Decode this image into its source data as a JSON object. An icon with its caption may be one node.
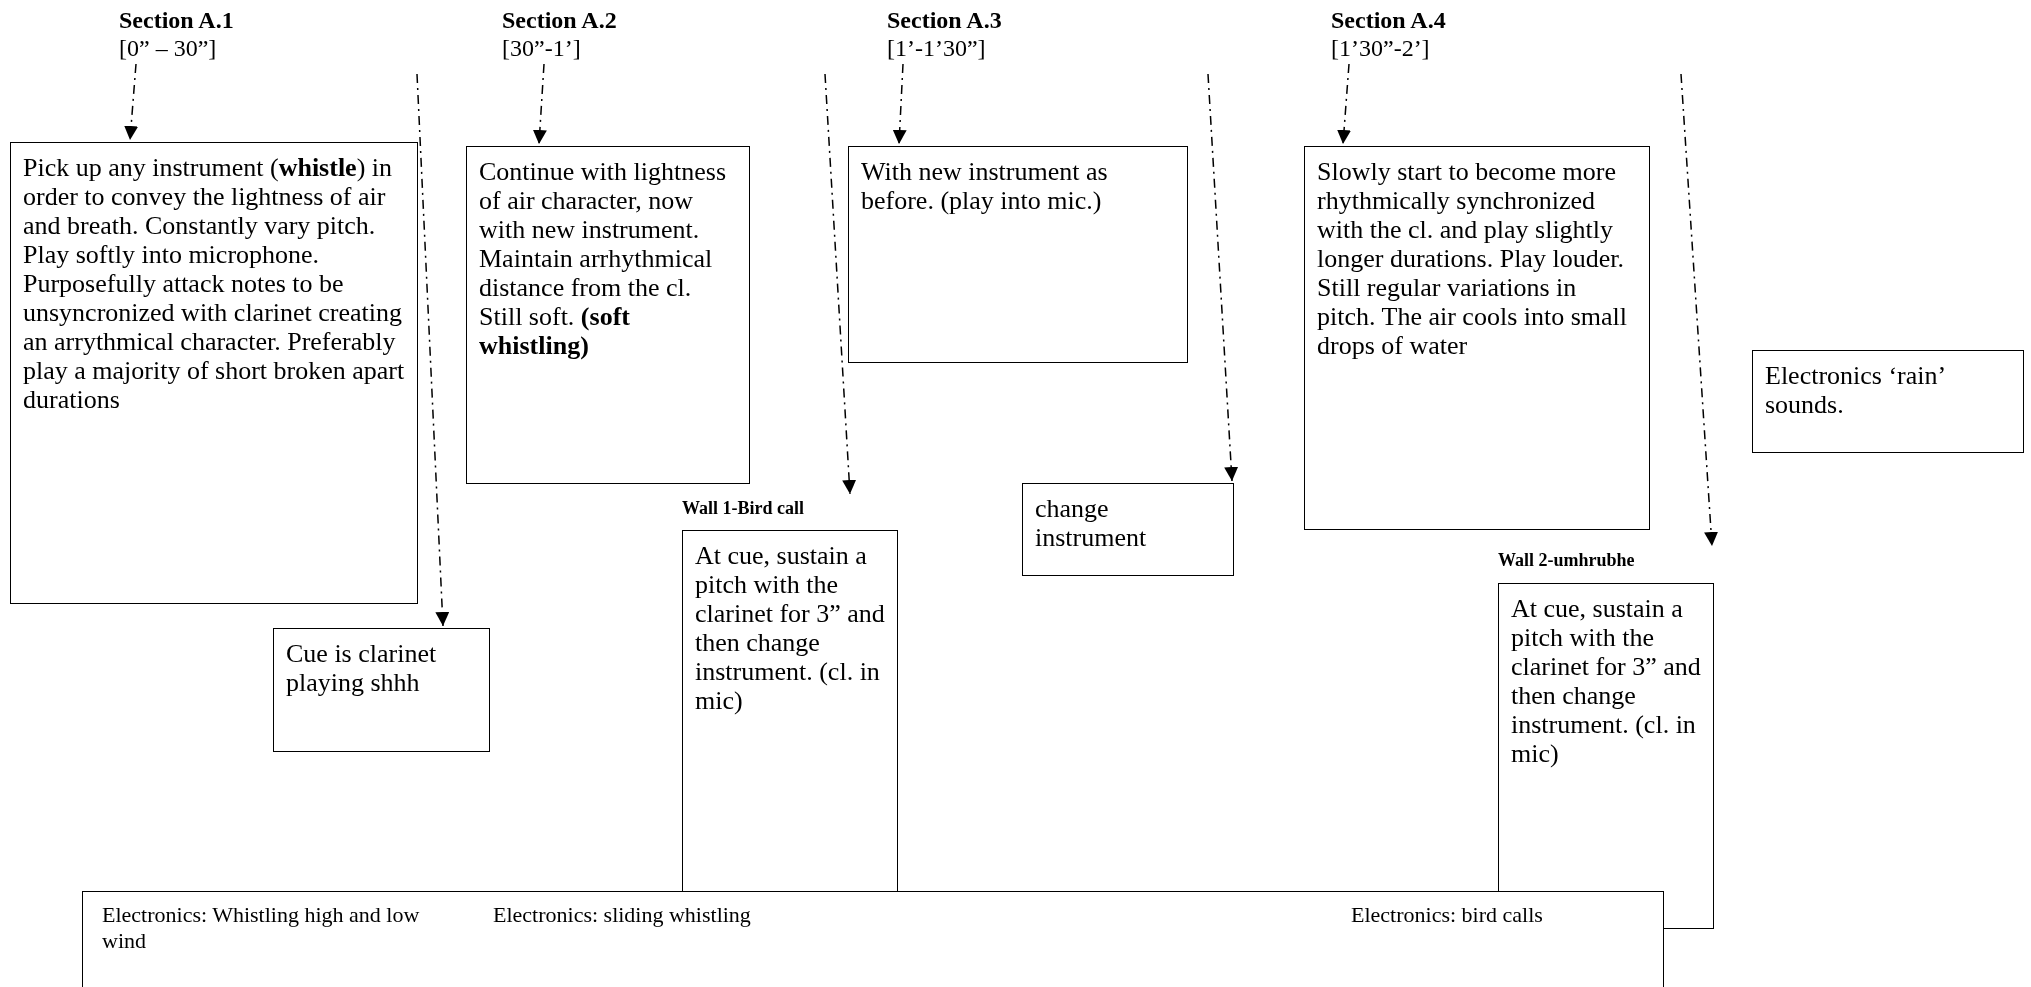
{
  "diagram": {
    "nodes": [
      {
        "text": [
          "Section A.1",
          "[0” – 30”]"
        ]
      },
      {
        "text": [
          "Pick up any instrument (**whistle**) in order to convey the lightness of air and breath. Constantly vary pitch. Play softly into microphone. Purposefully attack notes to be unsyncronized with clarinet creating an arrythmical character. Preferably play a majority of short broken apart durations"
        ]
      },
      {
        "text": [
          "Section A.2",
          "[30”-1’]"
        ]
      },
      {
        "text": [
          "Continue with lightness of air character, now with new instrument. Maintain arrhythmical distance from the cl. Still soft. **(soft whistling)**"
        ]
      },
      {
        "text": [
          "Section A.3",
          "[1’-1’30”]"
        ]
      },
      {
        "text": [
          "With new instrument as before. (play into mic.)"
        ]
      },
      {
        "text": [
          "Section A.4",
          "[1’30”-2’]"
        ]
      },
      {
        "text": [
          "Slowly start to become more rhythmically synchronized with the cl. and play slightly longer durations. Play louder. Still regular variations in pitch. The air cools into small drops of water"
        ]
      },
      {
        "text": [
          "Electronics ‘rain’ sounds."
        ]
      },
      {
        "text": [
          "Cue is clarinet playing shhh"
        ]
      },
      {
        "text": [
          "Wall 1-Bird call",
          "At cue, sustain a pitch with the clarinet for 3” and then change instrument. (cl. in mic)"
        ]
      },
      {
        "text": [
          "change instrument"
        ]
      },
      {
        "text": [
          "Wall 2-umhrubhe",
          "At cue, sustain a pitch with the clarinet for 3” and then change instrument. (cl. in mic)"
        ]
      },
      {
        "text": [
          "Electronics: Whistling high and low wind",
          "Electronics: sliding whistling",
          "Electronics: bird calls"
        ]
      }
    ],
    "edges": [
      {
        "from": 0,
        "to": 1,
        "arrow": "to"
      },
      {
        "from": 2,
        "to": 3,
        "arrow": "to"
      },
      {
        "from": 4,
        "to": 5,
        "arrow": "to"
      },
      {
        "from": 6,
        "to": 7,
        "arrow": "to"
      },
      {
        "from": null,
        "to": 9,
        "arrow": "to"
      },
      {
        "from": null,
        "to": 10,
        "arrow": "to"
      },
      {
        "from": null,
        "to": 11,
        "arrow": "to"
      },
      {
        "from": null,
        "to": 12,
        "arrow": "to"
      }
    ]
  }
}
